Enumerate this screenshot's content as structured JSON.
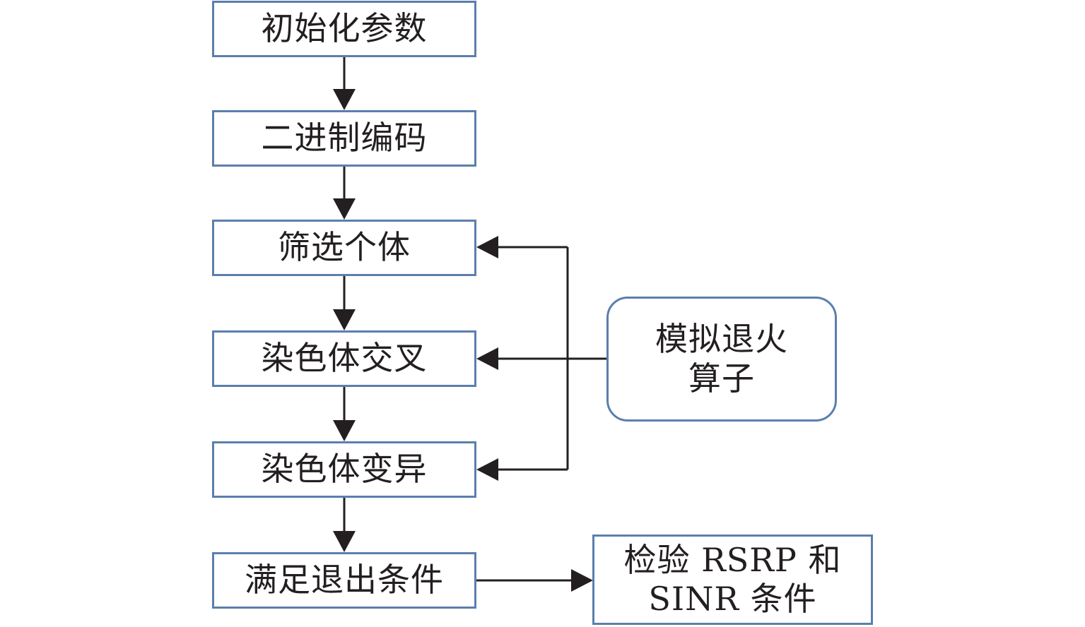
{
  "steps": [
    "初始化参数",
    "二进制编码",
    "筛选个体",
    "染色体交叉",
    "染色体变异",
    "满足退出条件"
  ],
  "annealing": {
    "line1": "模拟退火",
    "line2": "算子"
  },
  "check": {
    "line1": "检验 RSRP 和",
    "line2": "SINR 条件"
  },
  "colors": {
    "box_border": "#5b7fad",
    "arrow": "#231f20",
    "text": "#231f20"
  }
}
